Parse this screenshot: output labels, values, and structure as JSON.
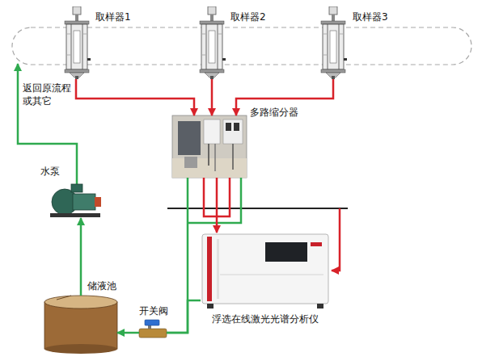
{
  "diagram": {
    "nodes": [
      {
        "text": [
          "取样器1"
        ]
      },
      {
        "text": [
          "取样器2"
        ]
      },
      {
        "text": [
          "取样器3"
        ]
      },
      {
        "text": [
          "多路缩分器"
        ]
      },
      {
        "text": [
          "浮选在线激光光谱分析仪"
        ]
      },
      {
        "text": [
          "开关阀"
        ]
      },
      {
        "text": [
          "储液池"
        ]
      },
      {
        "text": [
          "水泵"
        ]
      }
    ],
    "edges": [
      {
        "from": 0,
        "to": 3,
        "arrow": "to"
      },
      {
        "from": 1,
        "to": 3,
        "arrow": "to"
      },
      {
        "from": 2,
        "to": 3,
        "arrow": "to"
      },
      {
        "from": 3,
        "to": 4,
        "arrow": "to"
      },
      {
        "from": 3,
        "to": 5,
        "arrow": "none"
      },
      {
        "from": 4,
        "to": 5,
        "arrow": "none"
      },
      {
        "from": 5,
        "to": 6,
        "arrow": "to"
      },
      {
        "from": 6,
        "to": 7,
        "arrow": "to"
      }
    ],
    "labels": [
      "返回原流程 或其它"
    ]
  }
}
